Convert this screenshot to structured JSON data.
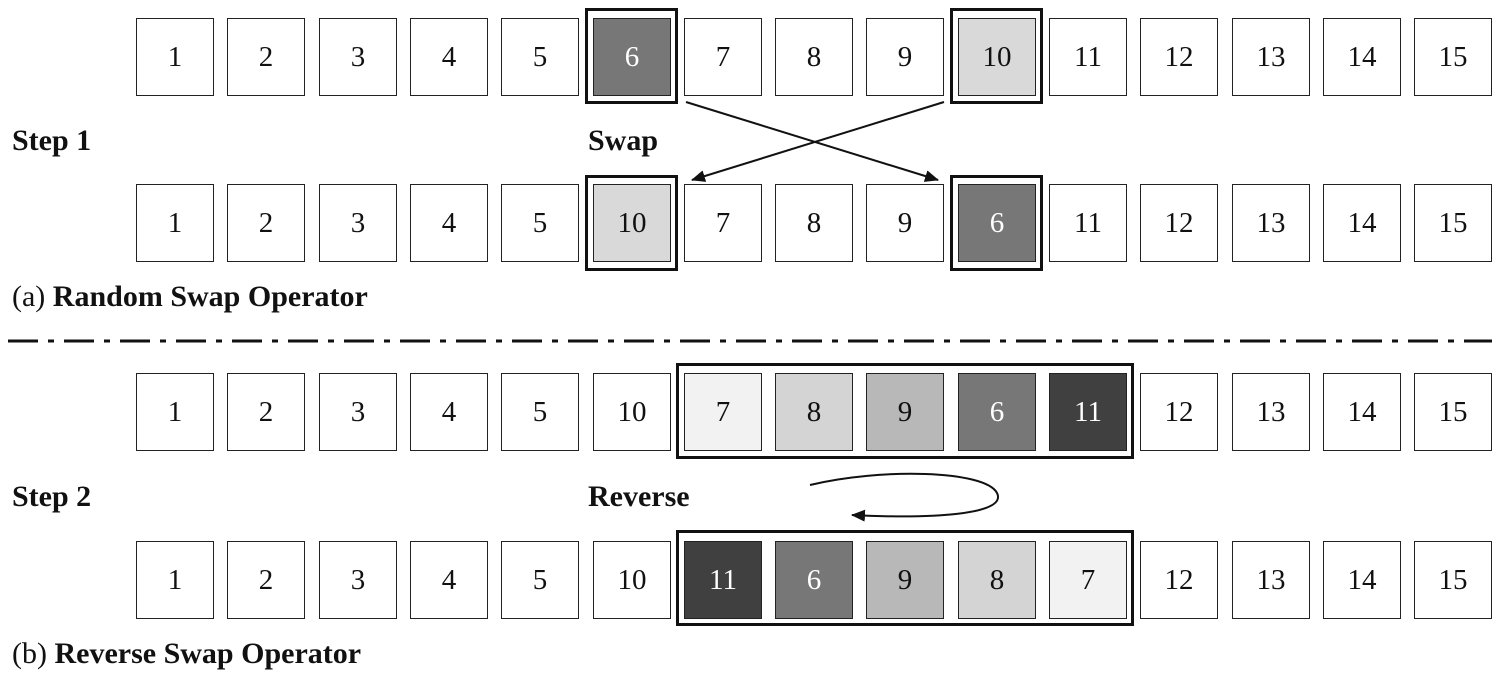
{
  "step1": {
    "label": "Step 1",
    "action": "Swap",
    "before": [
      "1",
      "2",
      "3",
      "4",
      "5",
      "6",
      "7",
      "8",
      "9",
      "10",
      "11",
      "12",
      "13",
      "14",
      "15"
    ],
    "after": [
      "1",
      "2",
      "3",
      "4",
      "5",
      "10",
      "7",
      "8",
      "9",
      "6",
      "11",
      "12",
      "13",
      "14",
      "15"
    ],
    "selected_positions": [
      5,
      9
    ],
    "colors_before": {
      "5": "#777777",
      "9": "#d9d9d9"
    },
    "colors_after": {
      "5": "#d9d9d9",
      "9": "#777777"
    }
  },
  "step2": {
    "label": "Step 2",
    "action": "Reverse",
    "before": [
      "1",
      "2",
      "3",
      "4",
      "5",
      "10",
      "7",
      "8",
      "9",
      "6",
      "11",
      "12",
      "13",
      "14",
      "15"
    ],
    "after": [
      "1",
      "2",
      "3",
      "4",
      "5",
      "10",
      "11",
      "6",
      "9",
      "8",
      "7",
      "12",
      "13",
      "14",
      "15"
    ],
    "segment_positions": [
      6,
      10
    ],
    "colors_before": {
      "6": "#f2f2f2",
      "7": "#d4d4d4",
      "8": "#b8b8b8",
      "9": "#777777",
      "10": "#404040"
    },
    "colors_after": {
      "6": "#404040",
      "7": "#777777",
      "8": "#b8b8b8",
      "9": "#d4d4d4",
      "10": "#f2f2f2"
    }
  },
  "captions": {
    "a_prefix": "(a)",
    "a_title": "Random Swap Operator",
    "b_prefix": "(b)",
    "b_title": "Reverse Swap Operator"
  },
  "colors": {
    "dark_text_on": [
      "#777777",
      "#404040"
    ]
  }
}
